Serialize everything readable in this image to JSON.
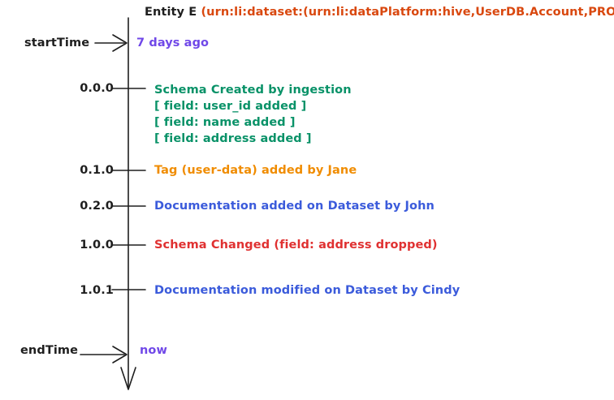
{
  "diagram": {
    "title": {
      "entity": "Entity E",
      "urn": "(urn:li:dataset:(urn:li:dataPlatform:hive,UserDB.Account,PROD)"
    },
    "start_marker": {
      "label": "startTime",
      "value": "7 days ago"
    },
    "end_marker": {
      "label": "endTime",
      "value": "now"
    },
    "events": [
      {
        "version": "0.0.0",
        "color": "#099268",
        "lines": [
          "Schema Created by ingestion",
          "[ field: user_id added ]",
          "[ field: name added ]",
          "[ field: address added ]"
        ]
      },
      {
        "version": "0.1.0",
        "color": "#f08c00",
        "lines": [
          "Tag (user-data) added by Jane"
        ]
      },
      {
        "version": "0.2.0",
        "color": "#3b5bdb",
        "lines": [
          "Documentation added on Dataset by John"
        ]
      },
      {
        "version": "1.0.0",
        "color": "#e03131",
        "lines": [
          "Schema Changed (field: address dropped)"
        ]
      },
      {
        "version": "1.0.1",
        "color": "#3b5bdb",
        "lines": [
          "Documentation modified on Dataset by Cindy"
        ]
      }
    ],
    "colors": {
      "axis": "#1e1e1e",
      "text": "#1e1e1e",
      "urn": "#d9480f",
      "time_value": "#7048e8"
    }
  }
}
